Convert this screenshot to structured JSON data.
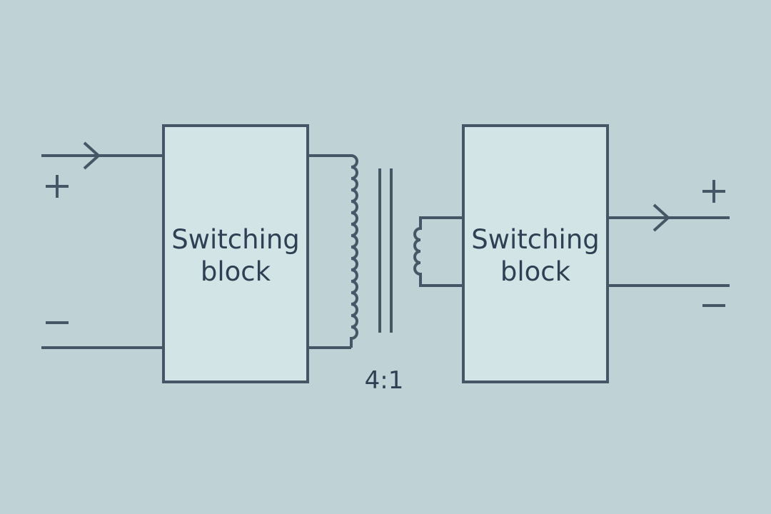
{
  "blocks": {
    "left": {
      "line1": "Switching",
      "line2": "block"
    },
    "right": {
      "line1": "Switching",
      "line2": "block"
    }
  },
  "transformer": {
    "ratio": "4:1"
  },
  "terminals": {
    "input_positive": "+",
    "input_negative": "−",
    "output_positive": "+",
    "output_negative": "−"
  },
  "colors": {
    "background": "#bfd2d5",
    "block_fill": "#d3e4e6",
    "line": "#465666",
    "text": "#2f4054"
  }
}
